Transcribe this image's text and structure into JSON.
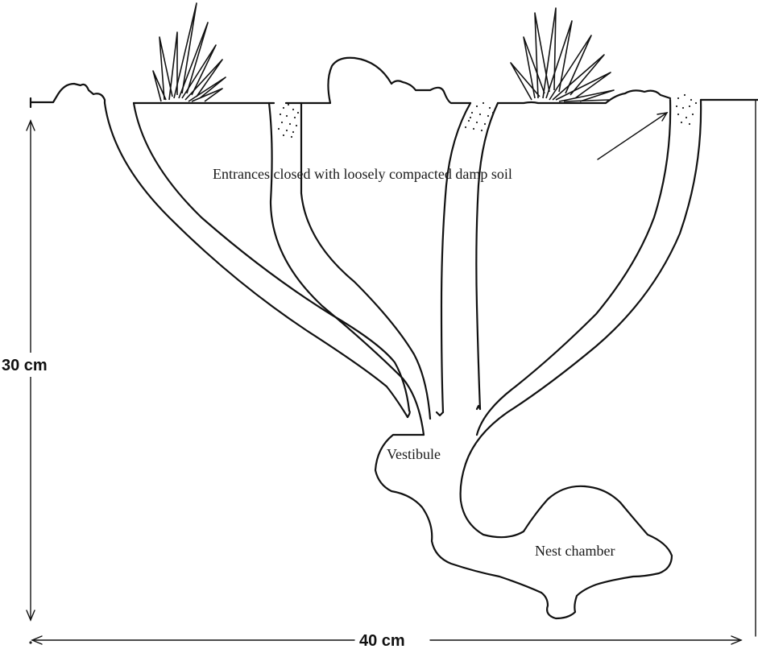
{
  "labels": {
    "entrances": "Entrances closed with loosely compacted damp soil",
    "vestibule": "Vestibule",
    "nest_chamber": "Nest chamber",
    "depth": "30 cm",
    "width": "40 cm"
  }
}
